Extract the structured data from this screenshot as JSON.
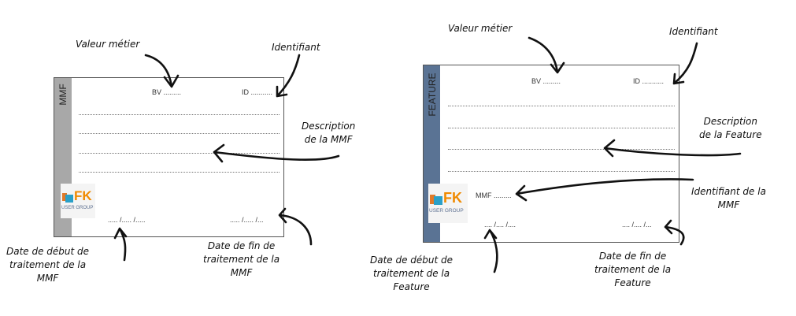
{
  "mmf_card": {
    "stripe_label": "MMF",
    "stripe_color": "#a8a8a8",
    "bv": "BV .........",
    "id": "ID ...........",
    "start_date": "..... /..... /.....",
    "end_date": "..... /..... /...",
    "logo": {
      "fk": "FK",
      "group": "USER GROUP"
    }
  },
  "feature_card": {
    "stripe_label": "FEATURE",
    "stripe_color": "#5a7394",
    "bv": "BV .........",
    "id": "ID ...........",
    "mmf": "MMF .........",
    "start_date": ".... /.... /....",
    "end_date": ".... /.... /...",
    "logo": {
      "fk": "FK",
      "group": "USER GROUP"
    }
  },
  "mmf_annotations": {
    "business_value": "Valeur métier",
    "identifier": "Identifiant",
    "description": [
      "Description",
      "de la MMF"
    ],
    "start": [
      "Date de début de",
      "traitement de la",
      "MMF"
    ],
    "end": [
      "Date de fin de",
      "traitement de la",
      "MMF"
    ]
  },
  "feature_annotations": {
    "business_value": "Valeur métier",
    "identifier": "Identifiant",
    "description": [
      "Description",
      "de la Feature"
    ],
    "mmf_identifier": [
      "Identifiant de la",
      "MMF"
    ],
    "start": [
      "Date de début de",
      "traitement de la",
      "Feature"
    ],
    "end": [
      "Date de fin de",
      "traitement de la",
      "Feature"
    ]
  }
}
